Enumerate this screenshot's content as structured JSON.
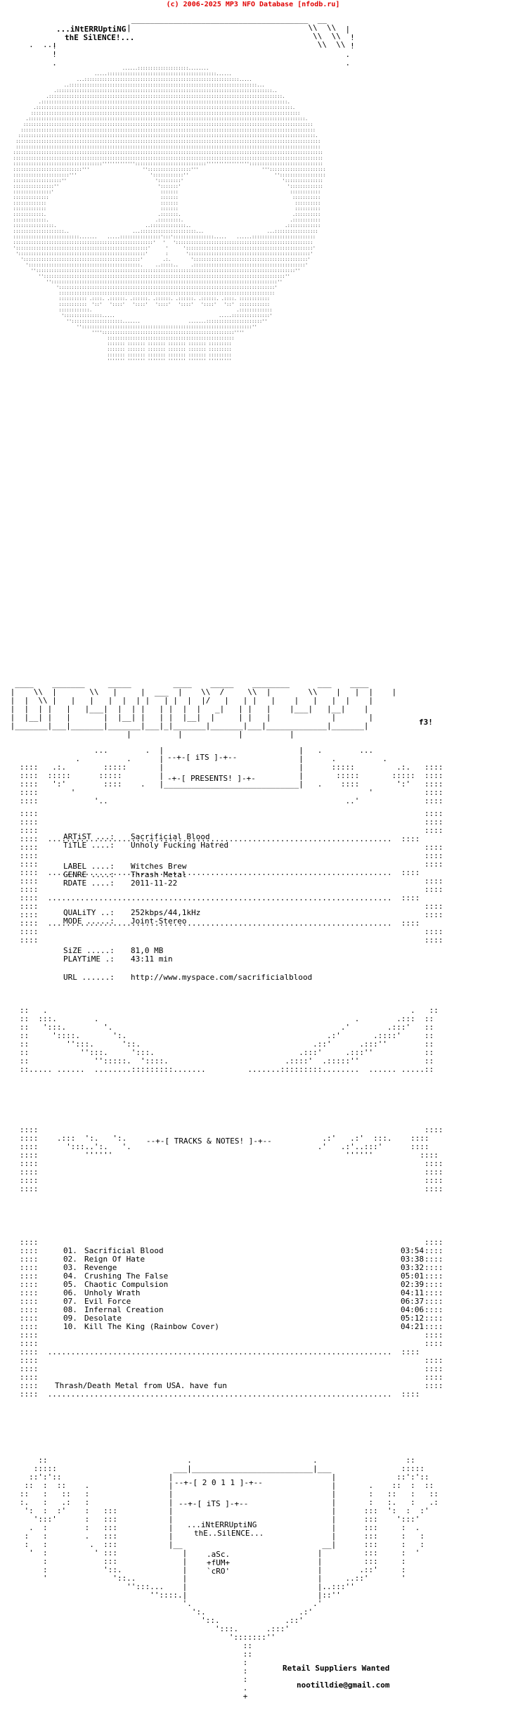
{
  "header": {
    "copyright": "(c) 2006-2025 MP3 NFO Database [nfodb.ru]",
    "link_color": "#e00000"
  },
  "group": {
    "intro_line1": "...iNtERRUptiNG",
    "intro_line2": "thE SilENCE!...",
    "signature": "f3!",
    "its_tag": "--+-[ iTS ]-+--",
    "presents_tag": "-+-[ PRESENTS! ]-+-"
  },
  "release": {
    "artist_label": "ARTiST ...:",
    "artist": "Sacrificial Blood",
    "title_label": "TiTLE ....:",
    "title": "Unholy Fucking Hatred",
    "label_label": "LABEL ....:",
    "label": "Witches Brew",
    "genre_label": "GENRE ....:",
    "genre": "Thrash Metal",
    "rdate_label": "RDATE ....:",
    "rdate": "2011-11-22",
    "quality_label": "QUALiTY ..:",
    "quality": "252kbps/44,1kHz",
    "mode_label": "MODE .....:",
    "mode": "Joint-Stereo",
    "size_label": "SiZE .....:",
    "size": "81,0 MB",
    "playtime_label": "PLAYTiME .:",
    "playtime": "43:11 min",
    "url_label": "URL ......:",
    "url": "http://www.myspace.com/sacrificialblood"
  },
  "tracks_header": "--+-[ TRACKS & NOTES! ]-+--",
  "tracks": [
    {
      "num": "01.",
      "title": "Sacrificial Blood",
      "time": "03:54"
    },
    {
      "num": "02.",
      "title": "Reign Of Hate",
      "time": "03:38"
    },
    {
      "num": "03.",
      "title": "Revenge",
      "time": "03:32"
    },
    {
      "num": "04.",
      "title": "Crushing The False",
      "time": "05:01"
    },
    {
      "num": "05.",
      "title": "Chaotic Compulsion",
      "time": "02:39"
    },
    {
      "num": "06.",
      "title": "Unholy Wrath",
      "time": "04:11"
    },
    {
      "num": "07.",
      "title": "Evil Force",
      "time": "06:37"
    },
    {
      "num": "08.",
      "title": "Infernal Creation",
      "time": "04:06"
    },
    {
      "num": "09.",
      "title": "Desolate",
      "time": "05:12"
    },
    {
      "num": "10.",
      "title": "Kill The King (Rainbow Cover)",
      "time": "04:21"
    }
  ],
  "notes": "Thrash/Death Metal from USA. have fun",
  "footer": {
    "year_tag": "--+-[ 2 0 1 1 ]-+--",
    "its_tag": "--+-[ iTS ]-+--",
    "line1": "...iNtERRUptiNG",
    "line2": "thE..SilENCE...",
    "credit1": ".aSc.",
    "credit2": "+fUM+",
    "credit3": "`cRO'",
    "suppliers": "Retail Suppliers Wanted",
    "email": "nootilldie@gmail.com"
  }
}
